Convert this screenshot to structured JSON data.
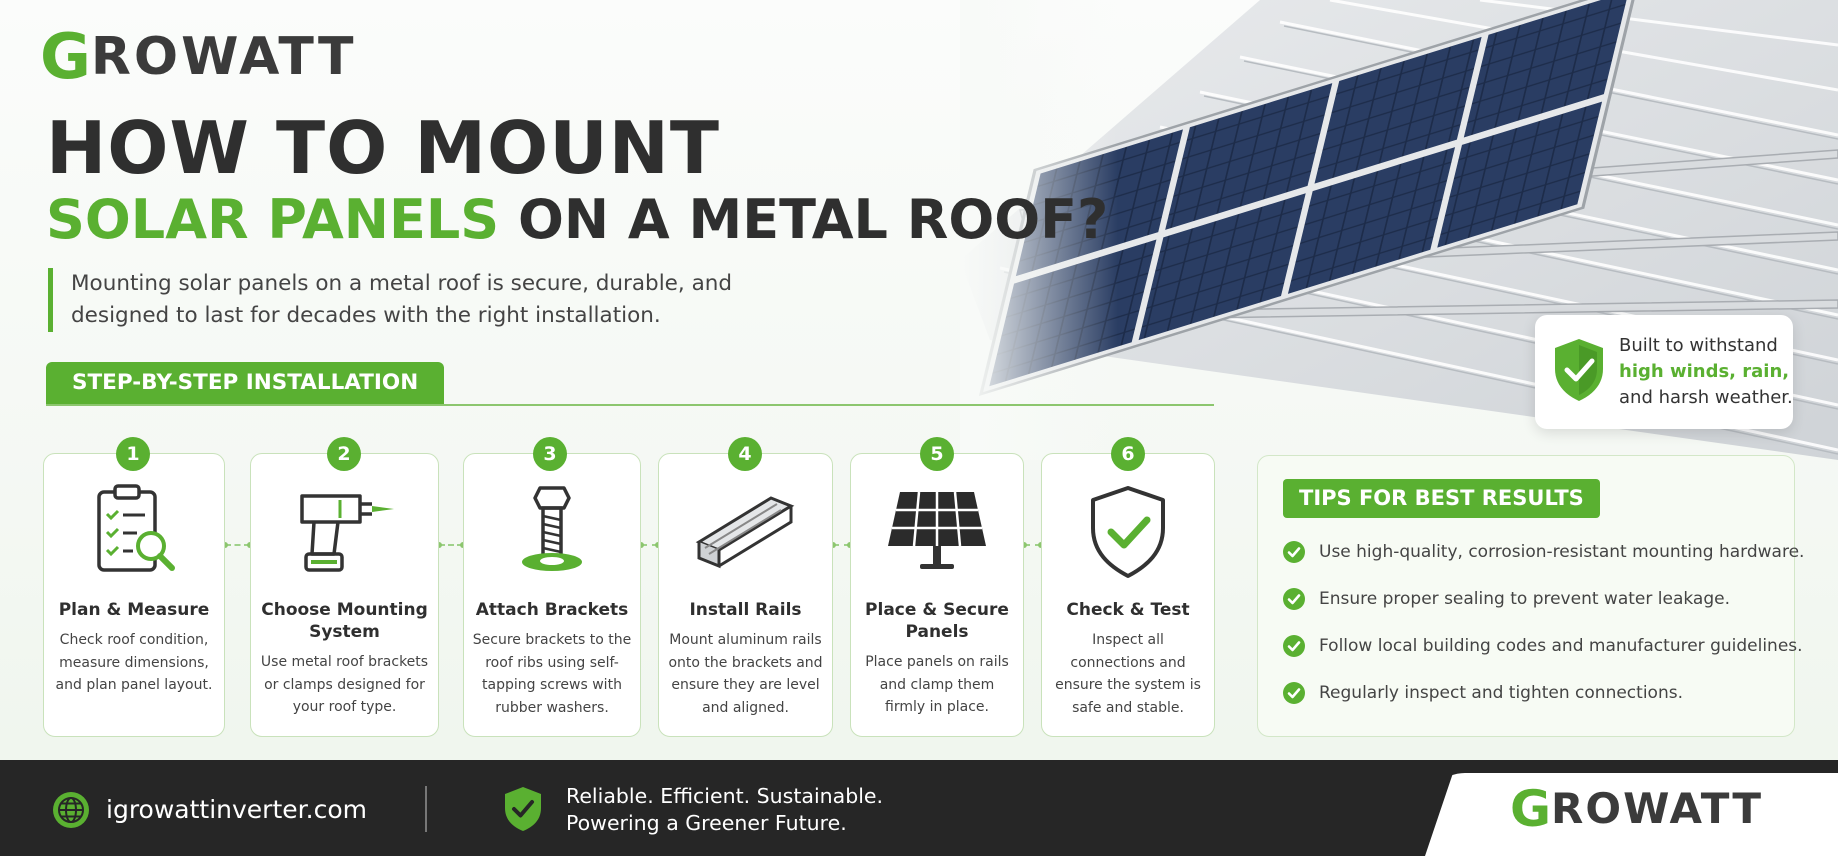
{
  "brand": {
    "logo_initial": "G",
    "logo_rest": "ROWATT",
    "color_green": "#5ab031",
    "color_dark": "#2f2f2f"
  },
  "hero": {
    "title_line1": "HOW TO MOUNT",
    "title_line2_green": "SOLAR PANELS",
    "title_line2_dark": "ON A METAL ROOF?",
    "intro_line1": "Mounting solar panels on a metal roof is secure, durable, and",
    "intro_line2": "designed to last for decades with the right installation."
  },
  "badge": {
    "line1": "Built to withstand",
    "highlight": "high winds, rain,",
    "line3": "and harsh weather.",
    "icon": "shield-check-icon"
  },
  "steps_section": {
    "title": "STEP-BY-STEP INSTALLATION"
  },
  "steps": [
    {
      "number": "1",
      "title": "Plan & Measure",
      "description": "Check roof condition, measure dimensions, and plan panel layout.",
      "icon": "clipboard-magnifier-icon"
    },
    {
      "number": "2",
      "title": "Choose Mounting System",
      "description": "Use metal roof brackets or clamps designed for your roof type.",
      "icon": "drill-icon"
    },
    {
      "number": "3",
      "title": "Attach Brackets",
      "description": "Secure brackets to the roof ribs using self-tapping screws with rubber washers.",
      "icon": "bolt-icon"
    },
    {
      "number": "4",
      "title": "Install Rails",
      "description": "Mount aluminum rails onto the brackets and ensure they are level and aligned.",
      "icon": "rail-icon"
    },
    {
      "number": "5",
      "title": "Place & Secure Panels",
      "description": "Place panels on rails and clamp them firmly in place.",
      "icon": "solar-panel-icon"
    },
    {
      "number": "6",
      "title": "Check & Test",
      "description": "Inspect all connections and ensure the system is safe and stable.",
      "icon": "shield-check-icon"
    }
  ],
  "tips": {
    "title": "TIPS FOR BEST RESULTS",
    "items": [
      "Use high-quality, corrosion-resistant mounting hardware.",
      "Ensure proper sealing to prevent water leakage.",
      "Follow local building codes and manufacturer guidelines.",
      "Regularly inspect and tighten connections."
    ]
  },
  "footer": {
    "website": "igrowattinverter.com",
    "tagline_line1": "Reliable. Efficient. Sustainable.",
    "tagline_line2": "Powering a Greener Future.",
    "logo_initial": "G",
    "logo_rest": "ROWATT"
  }
}
